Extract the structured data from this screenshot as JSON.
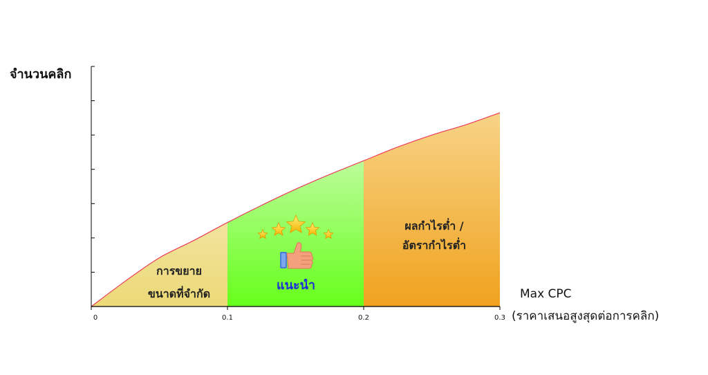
{
  "chart_data": {
    "type": "area",
    "ylabel": "จำนวนคลิก",
    "xlabel_line1": "Max CPC",
    "xlabel_line2": "(ราคาเสนอสูงสุดต่อการคลิก)",
    "xlim": [
      0,
      0.3
    ],
    "ylim": [
      0,
      7
    ],
    "x_ticks": [
      "0",
      "0.1",
      "0.2",
      "0.3"
    ],
    "x_tick_values": [
      0,
      0.1,
      0.2,
      0.3
    ],
    "y_tick_values": [
      1,
      2,
      3,
      4,
      5,
      6
    ],
    "curve": {
      "x": [
        0,
        0.025,
        0.05,
        0.075,
        0.1,
        0.125,
        0.15,
        0.175,
        0.2,
        0.225,
        0.25,
        0.275,
        0.3
      ],
      "y": [
        0,
        0.74,
        1.42,
        1.92,
        2.45,
        2.95,
        3.42,
        3.85,
        4.25,
        4.65,
        5.0,
        5.3,
        5.65
      ]
    },
    "regions": [
      {
        "x0": 0,
        "x1": 0.1,
        "label_line1": "การขยาย",
        "label_line2": "ขนาดที่จำกัด",
        "color_top": "#fbf7e6",
        "color_bottom": "#ecd977"
      },
      {
        "x0": 0.1,
        "x1": 0.2,
        "label_line1": "แนะนำ",
        "label_line2": "",
        "color_top": "#f4fbee",
        "color_bottom": "#66ff1a"
      },
      {
        "x0": 0.2,
        "x1": 0.3,
        "label_line1": "ผลกำไรต่ำ /",
        "label_line2": "อัตรากำไรต่ำ",
        "color_top": "#f9dfa0",
        "color_bottom": "#f0a21e"
      }
    ],
    "colors": {
      "curve": "#ec3b57",
      "axis": "#000000",
      "recommend_text": "#1d2fd8",
      "star": "#ffc21a",
      "thumb": "#f3a17c",
      "cuff": "#4a7bd8"
    },
    "icons": [
      "star-icon",
      "thumbs-up-icon"
    ]
  }
}
